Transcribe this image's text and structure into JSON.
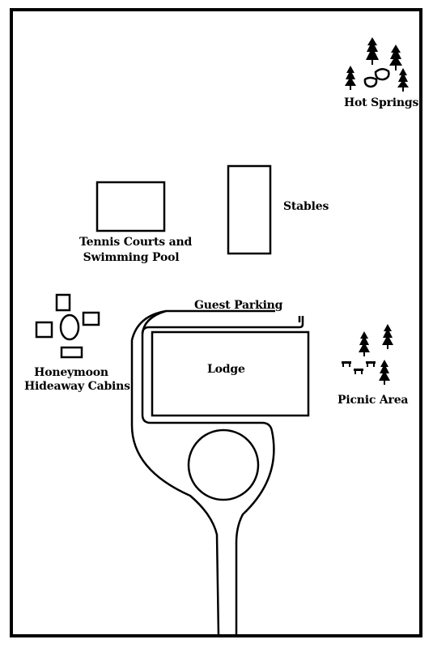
{
  "map": {
    "labels": {
      "hot_springs": "Hot Springs",
      "stables": "Stables",
      "tennis_line1": "Tennis Courts and",
      "tennis_line2": "Swimming Pool",
      "guest_parking": "Guest Parking",
      "lodge": "Lodge",
      "honeymoon_line1": "Honeymoon",
      "honeymoon_line2": "Hideaway Cabins",
      "picnic_area": "Picnic Area"
    },
    "colors": {
      "ink": "#000000",
      "paper": "#ffffff"
    },
    "icons": {
      "trees": "evergreen-tree-icon",
      "rocks": "rock-icon",
      "tables": "picnic-table-icon",
      "cabins": "cabin-icon"
    }
  }
}
